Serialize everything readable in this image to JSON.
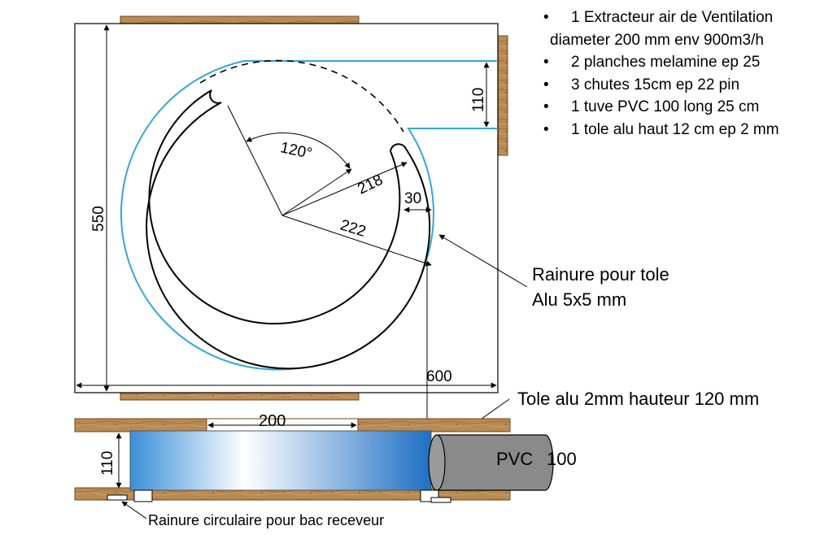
{
  "bom": {
    "items": [
      {
        "bullet": "•",
        "text": "1 Extracteur air de Ventilation"
      },
      {
        "bullet": "",
        "text": "diameter 200 mm env 900m3/h"
      },
      {
        "bullet": "•",
        "text": "2 planches melamine ep 25"
      },
      {
        "bullet": "•",
        "text": "3 chutes 15cm ep 22 pin"
      },
      {
        "bullet": "•",
        "text": "1 tuve PVC 100 long 25 cm"
      },
      {
        "bullet": "•",
        "text": "1 tole alu haut 12 cm ep 2 mm"
      }
    ]
  },
  "top_view": {
    "dim_height": "550",
    "dim_width": "600",
    "dim_outlet": "110",
    "angle": "120°",
    "radius_inner": "218",
    "radius_outer": "222",
    "gap": "30"
  },
  "callouts": {
    "groove_line1": "Rainure pour tole",
    "groove_line2": "Alu 5x5 mm",
    "sheet": "Tole alu 2mm hauteur 120 mm",
    "ring_groove": "Rainure circulaire pour bac receveur"
  },
  "section_view": {
    "dim_fan": "200",
    "dim_height": "110",
    "pvc_label": "PVC",
    "pvc_size": "100"
  },
  "colors": {
    "wood": "#b98a52",
    "wood_dark": "#6b4a24",
    "blue_groove": "#35a6d6",
    "fan_gradient_start": "#3a8fd8",
    "pvc": "#8a8a8a"
  }
}
